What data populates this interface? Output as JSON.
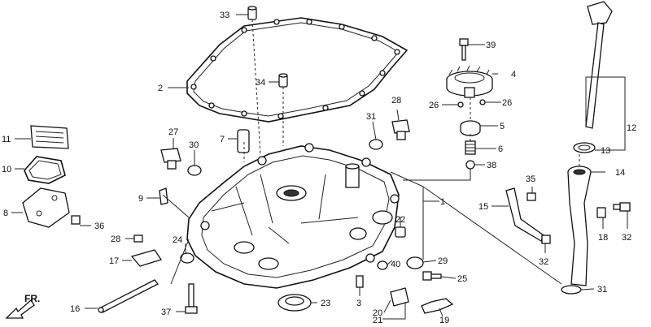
{
  "diagram": {
    "callouts": [
      {
        "id": "c1",
        "text": "1"
      },
      {
        "id": "c2",
        "text": "2"
      },
      {
        "id": "c3",
        "text": "3"
      },
      {
        "id": "c4",
        "text": "4"
      },
      {
        "id": "c5",
        "text": "5"
      },
      {
        "id": "c6",
        "text": "6"
      },
      {
        "id": "c7",
        "text": "7"
      },
      {
        "id": "c8",
        "text": "8"
      },
      {
        "id": "c9",
        "text": "9"
      },
      {
        "id": "c10",
        "text": "10"
      },
      {
        "id": "c11",
        "text": "11"
      },
      {
        "id": "c12",
        "text": "12"
      },
      {
        "id": "c13",
        "text": "13"
      },
      {
        "id": "c14",
        "text": "14"
      },
      {
        "id": "c15",
        "text": "15"
      },
      {
        "id": "c16",
        "text": "16"
      },
      {
        "id": "c17",
        "text": "17"
      },
      {
        "id": "c18",
        "text": "18"
      },
      {
        "id": "c19",
        "text": "19"
      },
      {
        "id": "c20",
        "text": "20"
      },
      {
        "id": "c21",
        "text": "21"
      },
      {
        "id": "c22",
        "text": "22"
      },
      {
        "id": "c23",
        "text": "23"
      },
      {
        "id": "c24",
        "text": "24"
      },
      {
        "id": "c25",
        "text": "25"
      },
      {
        "id": "c26a",
        "text": "26"
      },
      {
        "id": "c26b",
        "text": "26"
      },
      {
        "id": "c27",
        "text": "27"
      },
      {
        "id": "c28a",
        "text": "28"
      },
      {
        "id": "c28b",
        "text": "28"
      },
      {
        "id": "c29",
        "text": "29"
      },
      {
        "id": "c30",
        "text": "30"
      },
      {
        "id": "c31a",
        "text": "31"
      },
      {
        "id": "c31b",
        "text": "31"
      },
      {
        "id": "c32a",
        "text": "32"
      },
      {
        "id": "c32b",
        "text": "32"
      },
      {
        "id": "c33",
        "text": "33"
      },
      {
        "id": "c34",
        "text": "34"
      },
      {
        "id": "c35",
        "text": "35"
      },
      {
        "id": "c36",
        "text": "36"
      },
      {
        "id": "c37",
        "text": "37"
      },
      {
        "id": "c38",
        "text": "38"
      },
      {
        "id": "c39",
        "text": "39"
      },
      {
        "id": "c40",
        "text": "40"
      }
    ],
    "front_arrow_label": "FR."
  }
}
